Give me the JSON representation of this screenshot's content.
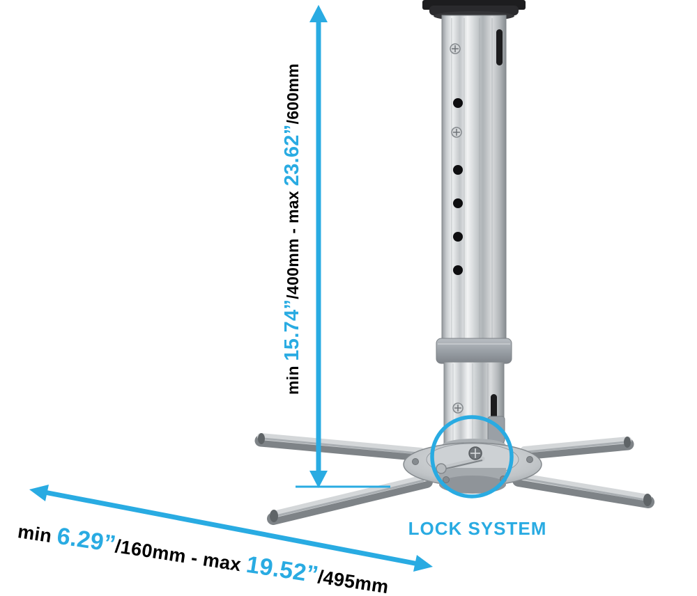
{
  "labels": {
    "lock_system": "LOCK SYSTEM"
  },
  "dimensions": {
    "height": {
      "min_prefix": "min ",
      "min_inch": "15.74”",
      "mid": "/400mm - max ",
      "max_inch": "23.62”",
      "suffix": "/600mm"
    },
    "width": {
      "min_prefix": "min ",
      "min_inch": "6.29”",
      "mid": "/160mm - max ",
      "max_inch": "19.52”",
      "suffix": "/495mm"
    }
  },
  "colors": {
    "accent_cyan": "#29abe2",
    "text_black": "#000000",
    "metal_light": "#eef0f1",
    "metal_dark": "#878c90"
  }
}
